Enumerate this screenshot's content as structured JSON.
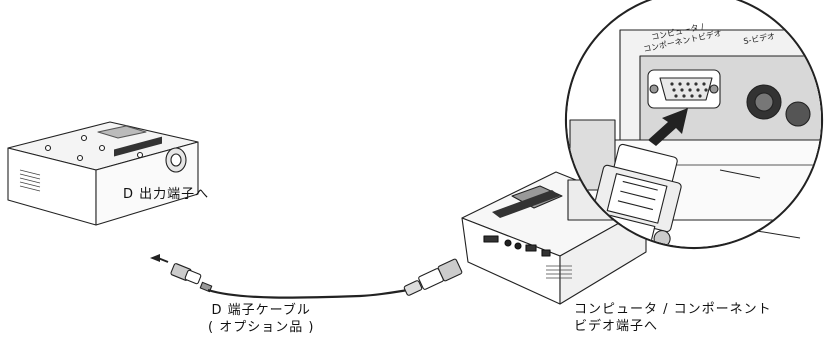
{
  "labels": {
    "d_output": "D 出力端子へ",
    "cable_line1": "D 端子ケーブル",
    "cable_line2": "( オプション品 )",
    "pc_line1": "コンピュータ / コンポーネント",
    "pc_line2": "ビデオ端子へ"
  },
  "panel_labels": {
    "computer_line1": "コンピュータ /",
    "computer_line2": "コンポーネントビデオ",
    "svideo": "S-ビデオ"
  }
}
